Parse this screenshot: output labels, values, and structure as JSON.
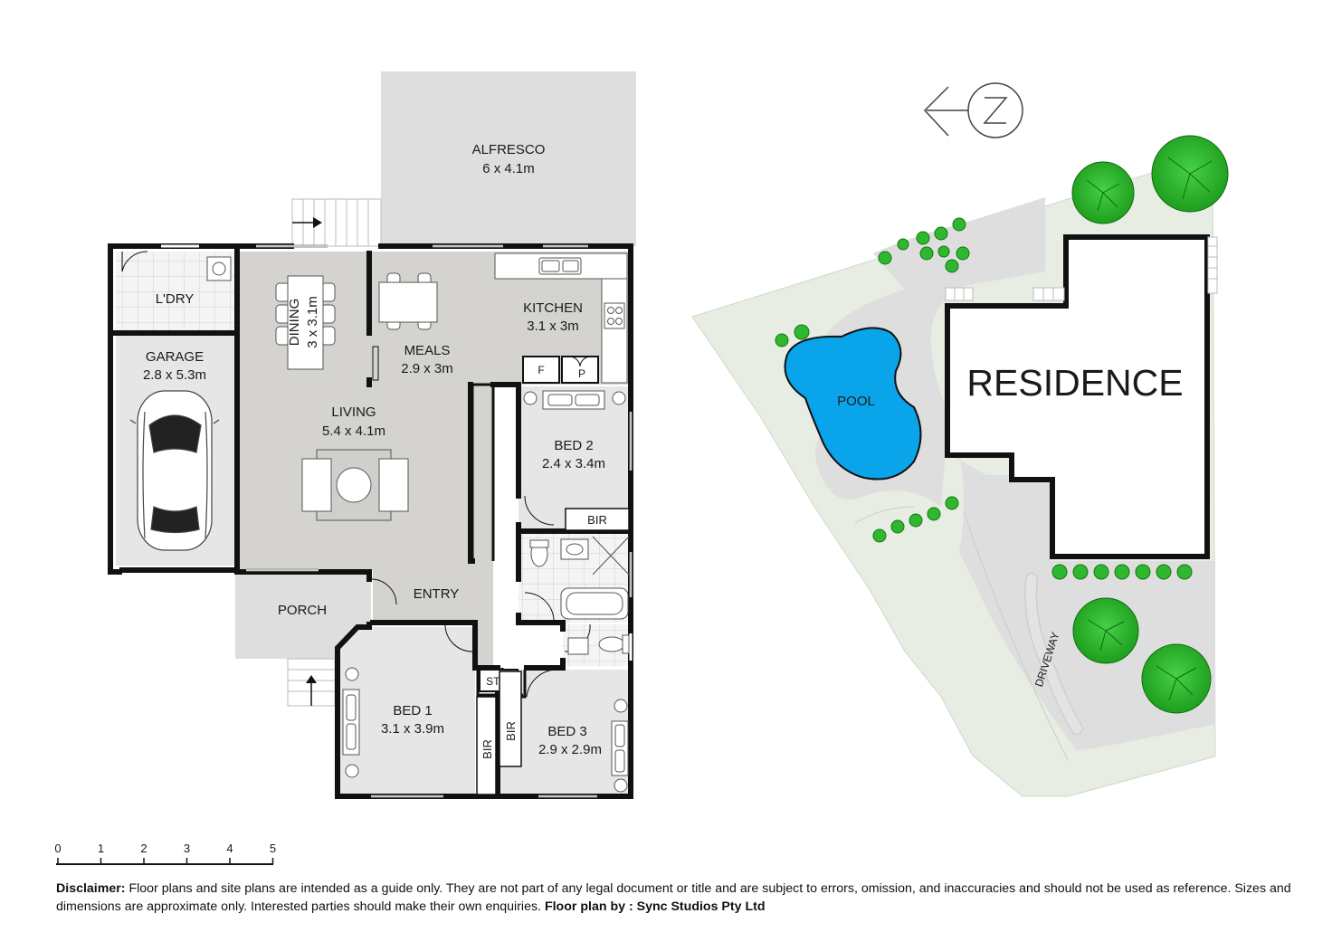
{
  "floor_plan": {
    "rooms": {
      "alfresco": {
        "name": "ALFRESCO",
        "size": "6 x 4.1m"
      },
      "laundry": {
        "name": "L'DRY"
      },
      "garage": {
        "name": "GARAGE",
        "size": "2.8 x 5.3m"
      },
      "dining": {
        "name": "DINING",
        "size": "3 x 3.1m"
      },
      "meals": {
        "name": "MEALS",
        "size": "2.9 x 3m"
      },
      "kitchen": {
        "name": "KITCHEN",
        "size": "3.1 x 3m"
      },
      "living": {
        "name": "LIVING",
        "size": "5.4 x 4.1m"
      },
      "bed2": {
        "name": "BED 2",
        "size": "2.4 x 3.4m"
      },
      "entry": {
        "name": "ENTRY"
      },
      "porch": {
        "name": "PORCH"
      },
      "bed1": {
        "name": "BED 1",
        "size": "3.1 x 3.9m"
      },
      "bed3": {
        "name": "BED 3",
        "size": "2.9 x 2.9m"
      }
    },
    "fixtures": {
      "fridge": "F",
      "pantry": "P",
      "bir": "BIR",
      "storage": "STO."
    }
  },
  "site_plan": {
    "residence": "RESIDENCE",
    "pool": "POOL",
    "driveway": "DRIVEWAY",
    "compass": "N"
  },
  "scale_bar": {
    "ticks": [
      "0",
      "1",
      "2",
      "3",
      "4",
      "5"
    ]
  },
  "footer": {
    "disclaimer_label": "Disclaimer:",
    "disclaimer_text": " Floor plans and site plans are intended as a guide only. They are not part of any legal document or title and are subject to errors, omission, and inaccuracies and should not be used as reference. Sizes and dimensions are approximate only. Interested parties should make their own enquiries. ",
    "credit": "Floor plan by : Sync Studios Pty Ltd"
  },
  "colors": {
    "wall": "#111111",
    "room_fill": "#e6e6e6",
    "living_fill": "#d4d3cf",
    "tile_grid": "#cfcfcf",
    "pool_water": "#0aa4ea",
    "lawn": "#dfe8da",
    "paving": "#dedede",
    "tree_green": "#28b228"
  }
}
